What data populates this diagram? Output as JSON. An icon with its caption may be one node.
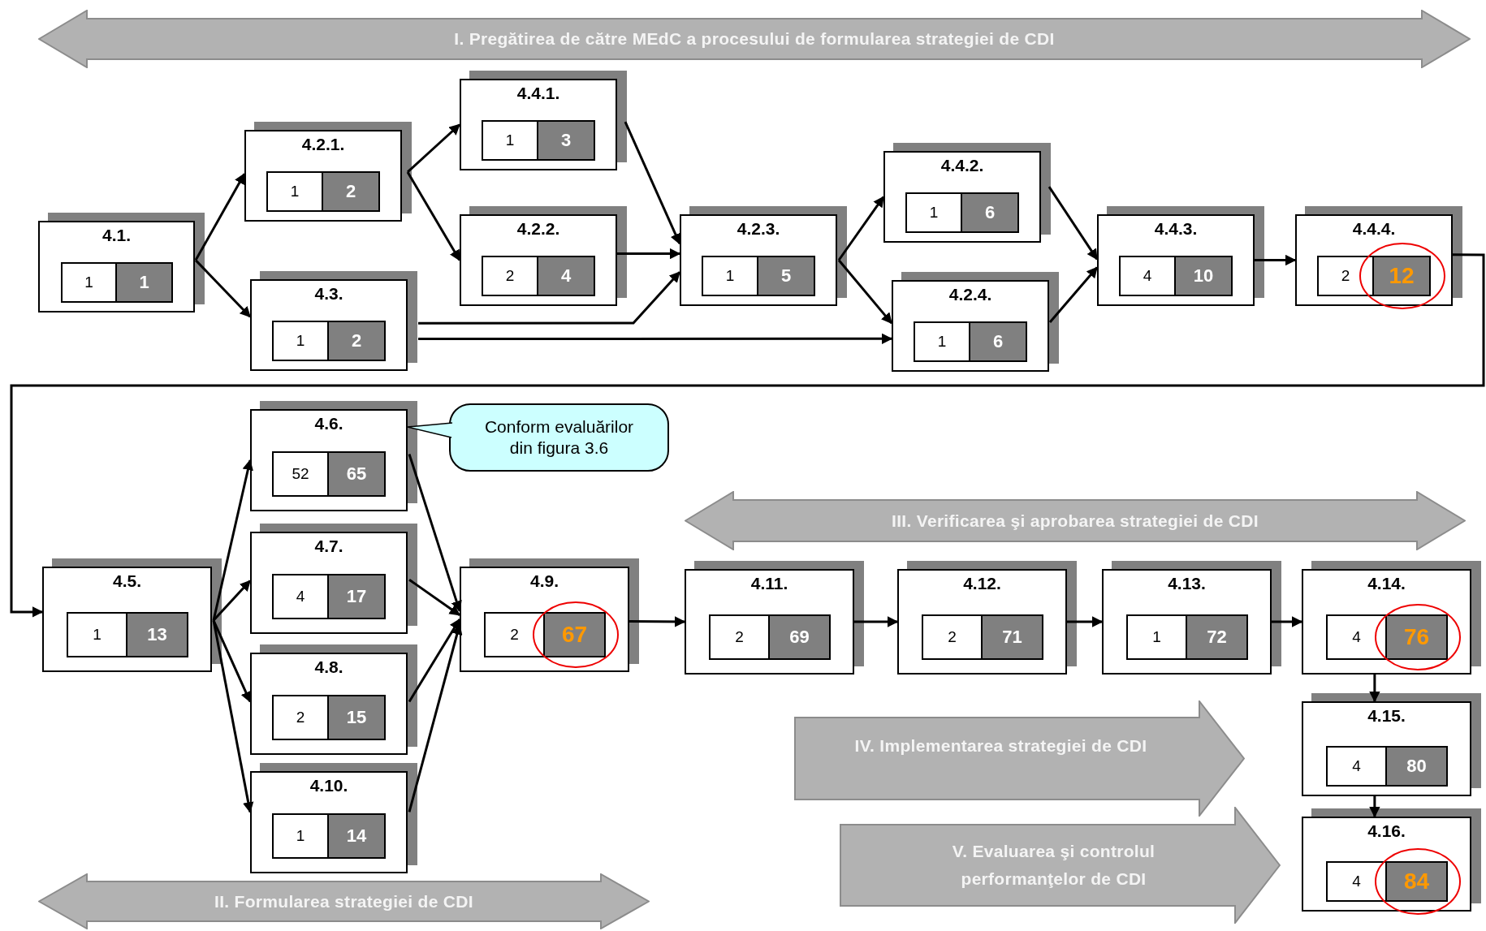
{
  "diagram": {
    "nodes": [
      {
        "text": [
          "I. Pregătirea de către MEdC a procesului de formularea strategiei de CDI"
        ]
      },
      {
        "text": [
          "4.1.",
          "1",
          "1"
        ]
      },
      {
        "text": [
          "4.2.1.",
          "1",
          "2"
        ]
      },
      {
        "text": [
          "4.3.",
          "1",
          "2"
        ]
      },
      {
        "text": [
          "4.4.1.",
          "1",
          "3"
        ]
      },
      {
        "text": [
          "4.2.2.",
          "2",
          "4"
        ]
      },
      {
        "text": [
          "4.2.3.",
          "1",
          "5"
        ]
      },
      {
        "text": [
          "4.4.2.",
          "1",
          "6"
        ]
      },
      {
        "text": [
          "4.2.4.",
          "1",
          "6"
        ]
      },
      {
        "text": [
          "4.4.3.",
          "4",
          "10"
        ]
      },
      {
        "text": [
          "4.4.4.",
          "2",
          "12"
        ]
      },
      {
        "text": [
          "Conform evaluărilor din figura 3.6"
        ]
      },
      {
        "text": [
          "4.6.",
          "52",
          "65"
        ]
      },
      {
        "text": [
          "4.5.",
          "1",
          "13"
        ]
      },
      {
        "text": [
          "4.7.",
          "4",
          "17"
        ]
      },
      {
        "text": [
          "4.8.",
          "2",
          "15"
        ]
      },
      {
        "text": [
          "4.10.",
          "1",
          "14"
        ]
      },
      {
        "text": [
          "4.9.",
          "2",
          "67"
        ]
      },
      {
        "text": [
          "III. Verificarea şi aprobarea strategiei de CDI"
        ]
      },
      {
        "text": [
          "4.11.",
          "2",
          "69"
        ]
      },
      {
        "text": [
          "4.12.",
          "2",
          "71"
        ]
      },
      {
        "text": [
          "4.13.",
          "1",
          "72"
        ]
      },
      {
        "text": [
          "4.14.",
          "4",
          "76"
        ]
      },
      {
        "text": [
          "IV.  Implementarea strategiei de CDI"
        ]
      },
      {
        "text": [
          "4.15.",
          "4",
          "80"
        ]
      },
      {
        "text": [
          "V.  Evaluarea şi controlul performanţelor de CDI"
        ]
      },
      {
        "text": [
          "4.16.",
          "4",
          "84"
        ]
      },
      {
        "text": [
          "II. Formularea strategiei de CDI"
        ]
      }
    ],
    "edges": [
      {
        "from": 1,
        "to": 2,
        "arrow": "to"
      },
      {
        "from": 1,
        "to": 3,
        "arrow": "to"
      },
      {
        "from": 2,
        "to": 4,
        "arrow": "to"
      },
      {
        "from": 2,
        "to": 5,
        "arrow": "to"
      },
      {
        "from": 4,
        "to": 6,
        "arrow": "to"
      },
      {
        "from": 5,
        "to": 6,
        "arrow": "to"
      },
      {
        "from": 3,
        "to": 6,
        "arrow": "to"
      },
      {
        "from": 3,
        "to": 8,
        "arrow": "to"
      },
      {
        "from": 6,
        "to": 7,
        "arrow": "to"
      },
      {
        "from": 6,
        "to": 8,
        "arrow": "to"
      },
      {
        "from": 7,
        "to": 9,
        "arrow": "to"
      },
      {
        "from": 8,
        "to": 9,
        "arrow": "to"
      },
      {
        "from": 9,
        "to": 10,
        "arrow": "to"
      },
      {
        "from": 10,
        "to": 13,
        "arrow": "to"
      },
      {
        "from": 11,
        "to": 12,
        "arrow": "none"
      },
      {
        "from": 13,
        "to": 12,
        "arrow": "to"
      },
      {
        "from": 13,
        "to": 14,
        "arrow": "to"
      },
      {
        "from": 13,
        "to": 15,
        "arrow": "to"
      },
      {
        "from": 13,
        "to": 16,
        "arrow": "to"
      },
      {
        "from": 12,
        "to": 17,
        "arrow": "to"
      },
      {
        "from": 14,
        "to": 17,
        "arrow": "to"
      },
      {
        "from": 15,
        "to": 17,
        "arrow": "to"
      },
      {
        "from": 16,
        "to": 17,
        "arrow": "to"
      },
      {
        "from": 17,
        "to": 19,
        "arrow": "to"
      },
      {
        "from": 19,
        "to": 20,
        "arrow": "to"
      },
      {
        "from": 20,
        "to": 21,
        "arrow": "to"
      },
      {
        "from": 21,
        "to": 22,
        "arrow": "to"
      },
      {
        "from": 22,
        "to": 24,
        "arrow": "to"
      },
      {
        "from": 24,
        "to": 26,
        "arrow": "to"
      }
    ]
  }
}
